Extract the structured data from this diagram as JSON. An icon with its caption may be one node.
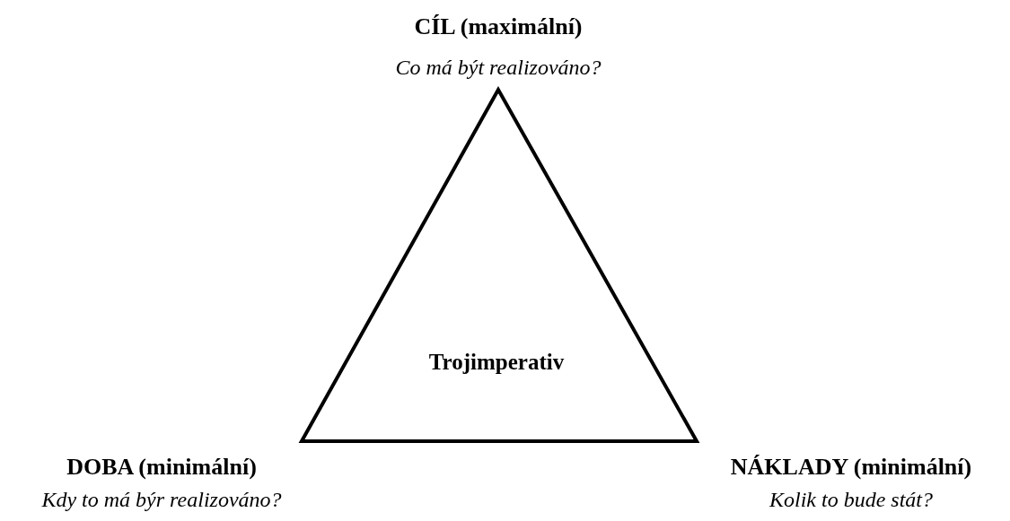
{
  "diagram": {
    "nodes": [
      {
        "text": [
          "Trojimperativ"
        ]
      }
    ],
    "labels": [
      "CÍL (maximální)",
      "Co má být realizováno?",
      "DOBA (minimální)",
      "Kdy to má býr realizováno?",
      "NÁKLADY (minimální)",
      "Kolik to bude stát?"
    ]
  }
}
